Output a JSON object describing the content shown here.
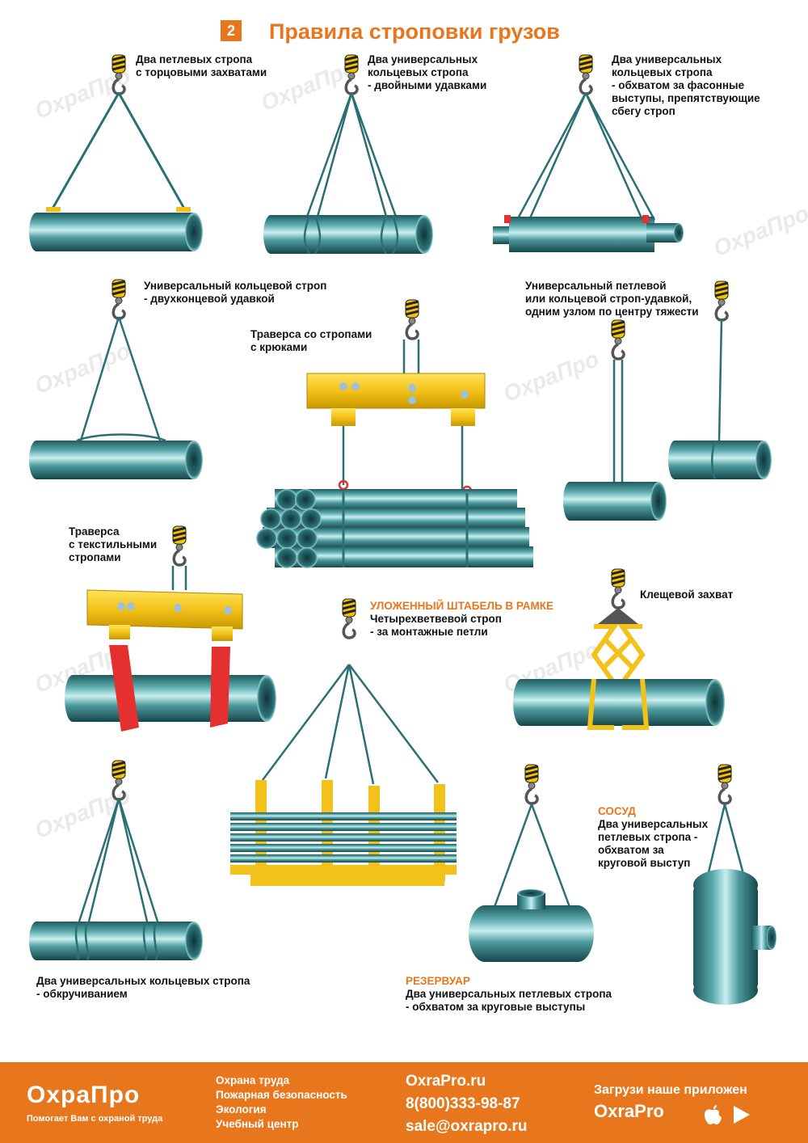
{
  "header": {
    "number": "2",
    "title": "Правила строповки грузов"
  },
  "watermark": "ОхраПро",
  "captions": {
    "c1": [
      "Два петлевых стропа",
      "с торцовыми захватами"
    ],
    "c2": [
      "Два универсальных",
      "кольцевых стропа",
      "- двойными удавками"
    ],
    "c3": [
      "Два универсальных",
      "кольцевых стропа",
      "- обхватом за фасонные",
      "выступы, препятствующие",
      "сбегу строп"
    ],
    "c4": [
      "Универсальный кольцевой строп",
      "- двухконцевой удавкой"
    ],
    "c5": [
      "Траверса со стропами",
      "с крюками"
    ],
    "c6": [
      "Универсальный петлевой",
      "или кольцевой строп-удавкой,",
      "одним узлом по центру тяжести"
    ],
    "c7": [
      "Траверса",
      "с текстильными",
      "стропами"
    ],
    "c8_title": "УЛОЖЕННЫЙ ШТАБЕЛЬ В РАМКЕ",
    "c8": [
      "Четырехветвевой строп",
      "- за монтажные петли"
    ],
    "c9": [
      "Клещевой захват"
    ],
    "c10_title": "СОСУД",
    "c10": [
      "Два универсальных",
      "петлевых стропа -",
      "обхватом за",
      "круговой выступ"
    ],
    "c11": [
      "Два универсальных кольцевых стропа",
      "- обкручиванием"
    ],
    "c12_title": "РЕЗЕРВУАР",
    "c12": [
      "Два универсальных петлевых стропа",
      "- обхватом за круговые выступы"
    ]
  },
  "footer": {
    "logo": "ОхраПро",
    "tagline": "Помогает Вам с охраной труда",
    "services": [
      "Охрана труда",
      "Пожарная безопасность",
      "Экология",
      "Учебный центр"
    ],
    "site": "OxraPro.ru",
    "phone": "8(800)333-98-87",
    "email": "sale@oxrapro.ru",
    "app_text": "Загрузи наше приложен",
    "app_name": "OxraPro"
  },
  "colors": {
    "accent": "#e8761c",
    "pipe": "#3f8b8f",
    "pipe_dark": "#1f5559",
    "hook": "#f5c400",
    "sling": "#2a6f73",
    "red": "#e53030",
    "beam": "#f3c21a"
  }
}
